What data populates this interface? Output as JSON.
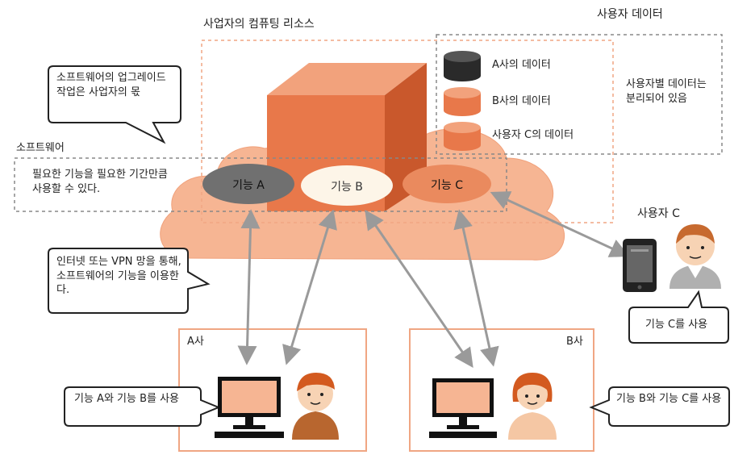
{
  "resources_label": "사업자의 컴퓨팅 리소스",
  "user_data": {
    "title": "사용자 데이터",
    "note": "사용자별 데이터는 분리되어 있음",
    "items": [
      "A사의 데이터",
      "B사의 데이터",
      "사용자 C의 데이터"
    ]
  },
  "software": {
    "title": "소프트웨어",
    "note": "필요한 기능을 필요한 기간만큼 사용할 수 있다."
  },
  "bubbles": {
    "upgrade": "소프트웨어의 업그레이드 작업은 사업자의 몫",
    "internet": "인터넷 또는 VPN 망을 통해, 소프트웨어의 기능을 이용한다.",
    "user_c": "기능 C를 사용",
    "company_a": "기능 A와 기능 B를 사용",
    "company_b": "기능 B와 기능 C를 사용"
  },
  "functions": [
    "기능 A",
    "기능 B",
    "기능 C"
  ],
  "user_c_label": "사용자 C",
  "company_a_label": "A사",
  "company_b_label": "B사",
  "colors": {
    "cloud": "#f6b593",
    "cube_front": "#e8784a",
    "cube_top": "#f2a27c",
    "cube_side": "#c9582c",
    "func_a": "#707070",
    "func_b": "#fdf5e8",
    "func_c": "#ea8a5e",
    "arrow": "#9a9a9a",
    "box_border": "#f0a683",
    "db_black": "#2a2a2a",
    "db_orange": "#e8784a",
    "dashed": "#888888"
  }
}
